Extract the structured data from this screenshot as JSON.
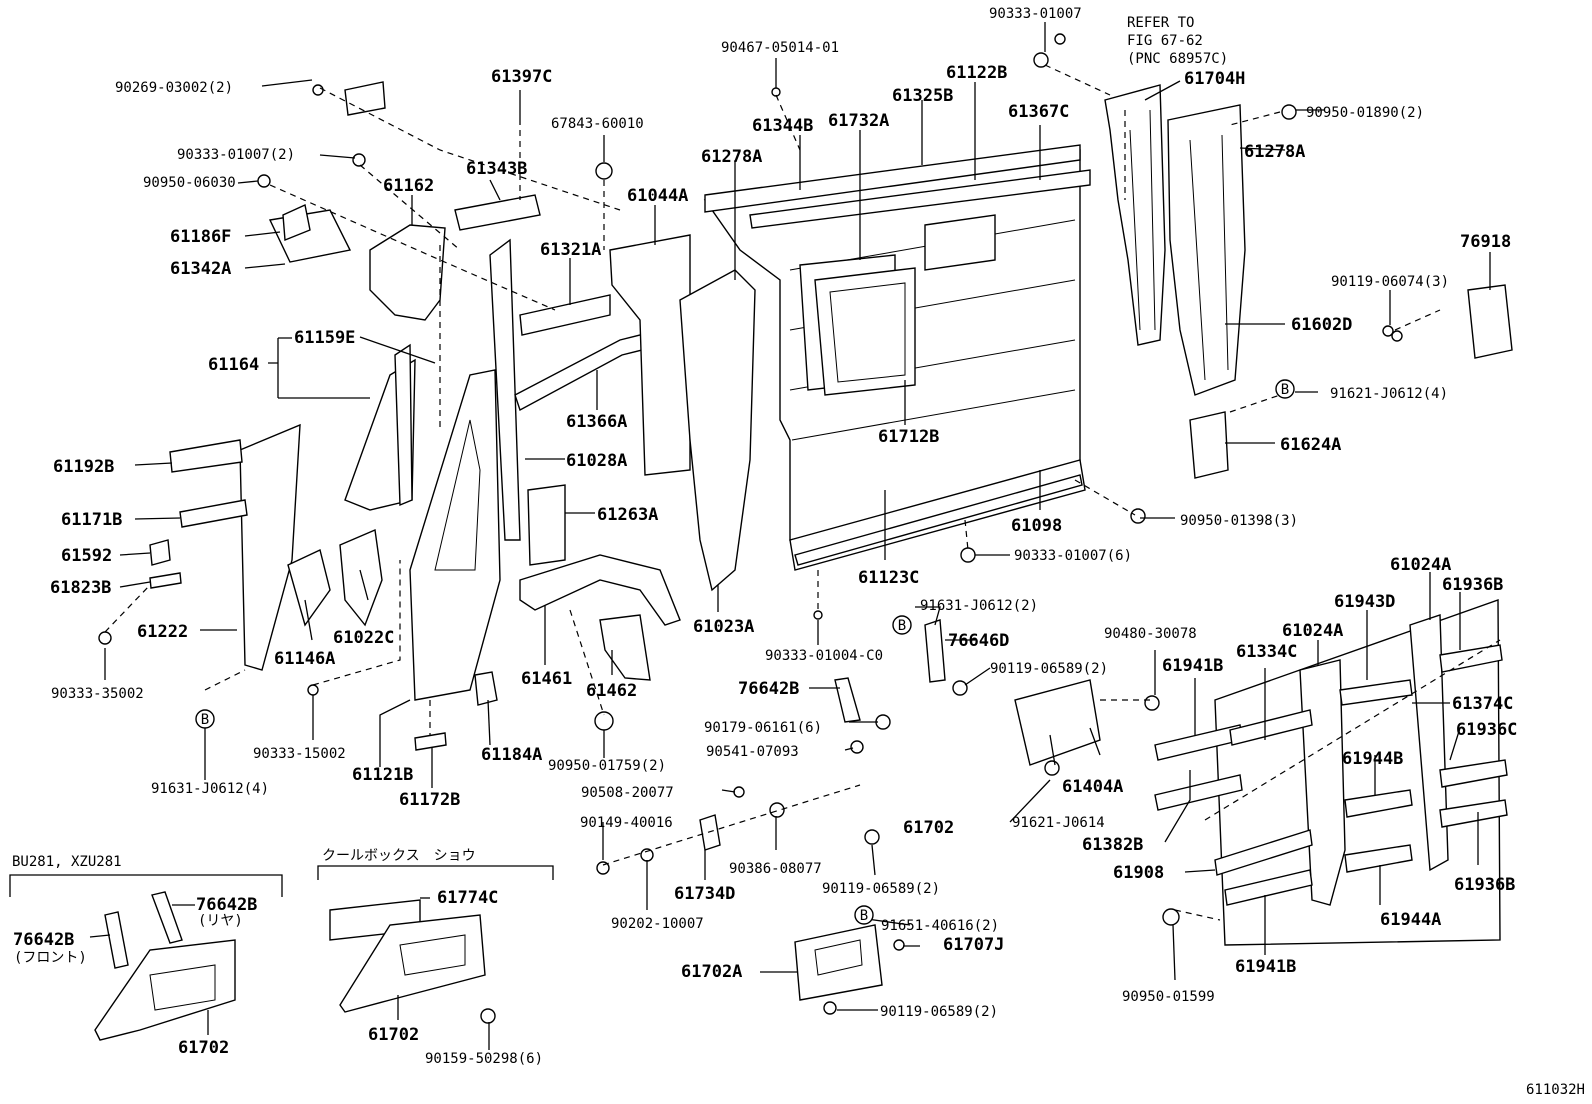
{
  "diagram_code": "611032H",
  "refer_note": [
    "REFER TO",
    "FIG 67-62",
    "(PNC 68957C)"
  ],
  "inset_left": {
    "title": "BU281, XZU281",
    "front": "(フロント)",
    "rear": "(リヤ)"
  },
  "inset_mid": {
    "title": "クールボックス　ショウ"
  },
  "circle_marker": "B",
  "labels": [
    "90269-03002(2)",
    "61397C",
    "67843-60010",
    "90467-05014-01",
    "90333-01007",
    "61122B",
    "61325B",
    "61344B",
    "61732A",
    "61367C",
    "61704H",
    "90950-01890(2)",
    "61278A",
    "61278A",
    "90333-01007(2)",
    "90950-06030",
    "61162",
    "61343B",
    "61044A",
    "61186F",
    "61342A",
    "61321A",
    "76918",
    "90119-06074(3)",
    "61602D",
    "61164",
    "61159E",
    "61366A",
    "61712B",
    "91621-J0612(4)",
    "61624A",
    "61028A",
    "61192B",
    "61263A",
    "61171B",
    "61098",
    "90950-01398(3)",
    "61592",
    "61123C",
    "90333-01007(6)",
    "61823B",
    "61024A",
    "61936B",
    "61943D",
    "61024A",
    "61222",
    "61146A",
    "61022C",
    "61461",
    "61462",
    "61023A",
    "91631-J0612(2)",
    "76646D",
    "90480-30078",
    "61941B",
    "61334C",
    "90333-35002",
    "90333-01004-C0",
    "90119-06589(2)",
    "76642B",
    "61374C",
    "61936C",
    "90179-06161(6)",
    "61944B",
    "90333-15002",
    "61184A",
    "90541-07093",
    "61404A",
    "91631-J0612(4)",
    "61121B",
    "90950-01759(2)",
    "61172B",
    "90508-20077",
    "91621-J0614",
    "61382B",
    "90149-40016",
    "61702",
    "61908",
    "61936B",
    "90386-08077",
    "61734D",
    "90119-06589(2)",
    "90202-10007",
    "61944A",
    "91651-40616(2)",
    "61941B",
    "76642B",
    "61774C",
    "76642B",
    "61707J",
    "61702A",
    "90950-01599",
    "90119-06589(2)",
    "61702",
    "61702",
    "90159-50298(6)"
  ]
}
